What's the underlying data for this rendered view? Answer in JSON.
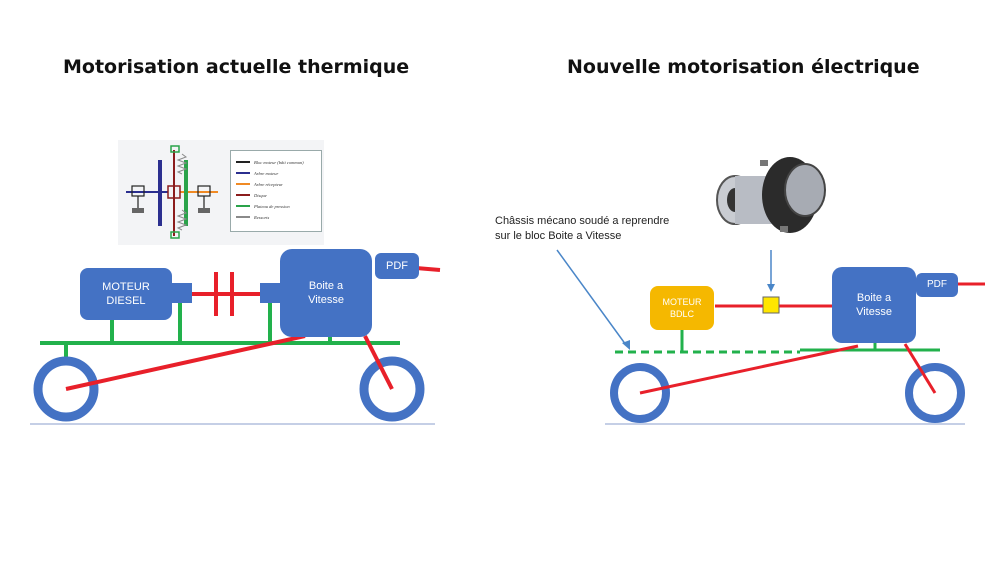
{
  "titles": {
    "left": "Motorisation actuelle thermique",
    "right": "Nouvelle motorisation électrique"
  },
  "left_diagram": {
    "engine_label": [
      "MOTEUR",
      "DIESEL"
    ],
    "gearbox_label": [
      "Boite a",
      "Vitesse"
    ],
    "pdf_label": "PDF"
  },
  "right_diagram": {
    "motor_label": [
      "MOTEUR",
      "BDLC"
    ],
    "gearbox_label": [
      "Boite a",
      "Vitesse"
    ],
    "pdf_label": "PDF",
    "note": [
      "Châssis mécano soudé a reprendre",
      "sur le bloc Boite a Vitesse"
    ]
  },
  "clutch_legend": {
    "items": [
      {
        "label": "Bloc moteur (bâti commun)",
        "color": "#222222"
      },
      {
        "label": "Arbre moteur",
        "color": "#2b2f8f"
      },
      {
        "label": "Arbre récepteur",
        "color": "#f08a24"
      },
      {
        "label": "Disque",
        "color": "#8b1c1c"
      },
      {
        "label": "Plateau de pression",
        "color": "#2aa34a"
      },
      {
        "label": "Ressorts",
        "color": "#8a8a8a"
      }
    ]
  },
  "colors": {
    "box_blue": "#4472c4",
    "shaft_red": "#e8202a",
    "chassis_green": "#22b14c",
    "motor_yellow": "#f5b800",
    "coupling_yellow": "#ffe600",
    "wheel_blue": "#4472c4",
    "arrow_blue": "#4a86c8"
  }
}
